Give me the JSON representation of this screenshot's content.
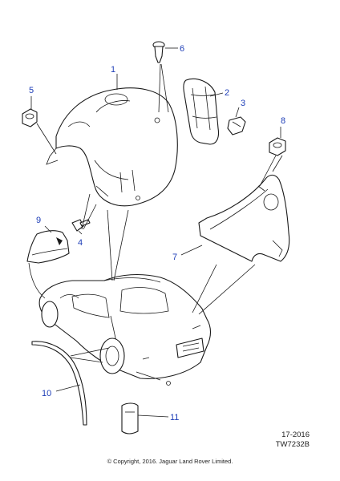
{
  "callouts": {
    "c1": "1",
    "c2": "2",
    "c3": "3",
    "c4": "4",
    "c5": "5",
    "c6": "6",
    "c7": "7",
    "c8": "8",
    "c9": "9",
    "c10": "10",
    "c11": "11"
  },
  "reference": {
    "line1": "17-2016",
    "line2": "TW7232B"
  },
  "copyright": "© Copyright, 2016. Jaguar Land Rover Limited.",
  "colors": {
    "callout": "#1f3fb8",
    "ink": "#1a1a1a"
  }
}
